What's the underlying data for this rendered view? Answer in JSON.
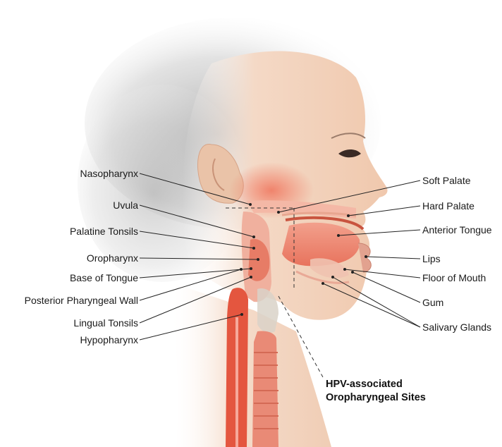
{
  "labels_left": [
    {
      "id": "nasopharynx",
      "text": "Nasopharynx"
    },
    {
      "id": "uvula",
      "text": "Uvula"
    },
    {
      "id": "palatine-tonsils",
      "text": "Palatine Tonsils"
    },
    {
      "id": "oropharynx",
      "text": "Oropharynx"
    },
    {
      "id": "base-of-tongue",
      "text": "Base of Tongue"
    },
    {
      "id": "posterior-pharyngeal-wall",
      "text": "Posterior Pharyngeal Wall"
    },
    {
      "id": "lingual-tonsils",
      "text": "Lingual Tonsils"
    },
    {
      "id": "hypopharynx",
      "text": "Hypopharynx"
    }
  ],
  "labels_right": [
    {
      "id": "soft-palate",
      "text": "Soft Palate"
    },
    {
      "id": "hard-palate",
      "text": "Hard Palate"
    },
    {
      "id": "anterior-tongue",
      "text": "Anterior Tongue"
    },
    {
      "id": "lips",
      "text": "Lips"
    },
    {
      "id": "floor-of-mouth",
      "text": "Floor of Mouth"
    },
    {
      "id": "gum",
      "text": "Gum"
    },
    {
      "id": "salivary-glands",
      "text": "Salivary Glands"
    }
  ],
  "callout": {
    "line1": "HPV-associated",
    "line2": "Oropharyngeal Sites"
  },
  "colors": {
    "skin": "#f2cdb2",
    "tissue": "#ec7f6b",
    "tissue_light": "#f6b3a2",
    "hair": "#b9b9b9"
  }
}
